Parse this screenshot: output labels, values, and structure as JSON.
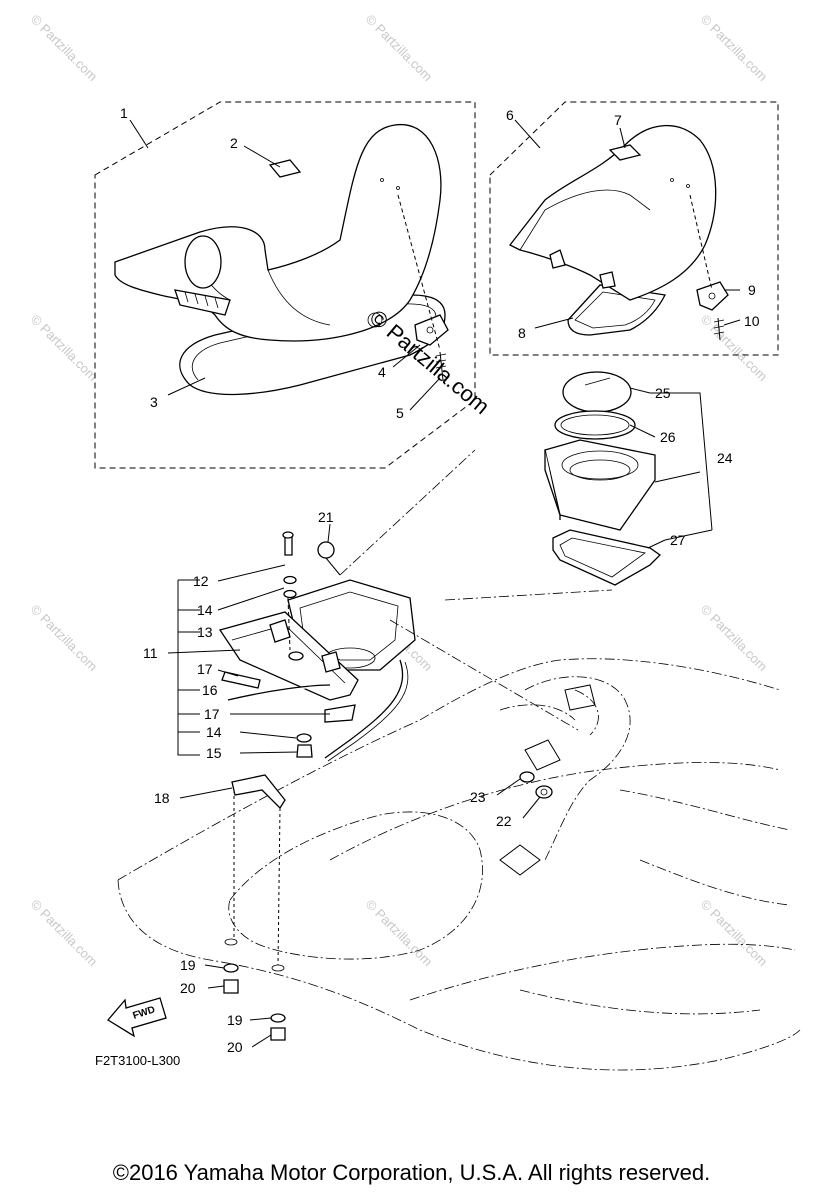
{
  "diagram": {
    "callouts": [
      "1",
      "2",
      "3",
      "4",
      "5",
      "6",
      "7",
      "8",
      "9",
      "10",
      "11",
      "12",
      "13",
      "14",
      "14",
      "15",
      "16",
      "17",
      "17",
      "18",
      "19",
      "19",
      "20",
      "20",
      "21",
      "22",
      "23",
      "24",
      "25",
      "26",
      "27"
    ],
    "figure_code": "F2T3100-L300",
    "fwd_label": "FWD",
    "watermark_text": "© Partzilla.com",
    "center_watermark": "© Partzilla.com",
    "copyright": "©2016  Yamaha Motor Corporation, U.S.A. All rights reserved."
  },
  "colors": {
    "line": "#000000",
    "watermark": "#c8c8c8",
    "background": "#ffffff"
  }
}
